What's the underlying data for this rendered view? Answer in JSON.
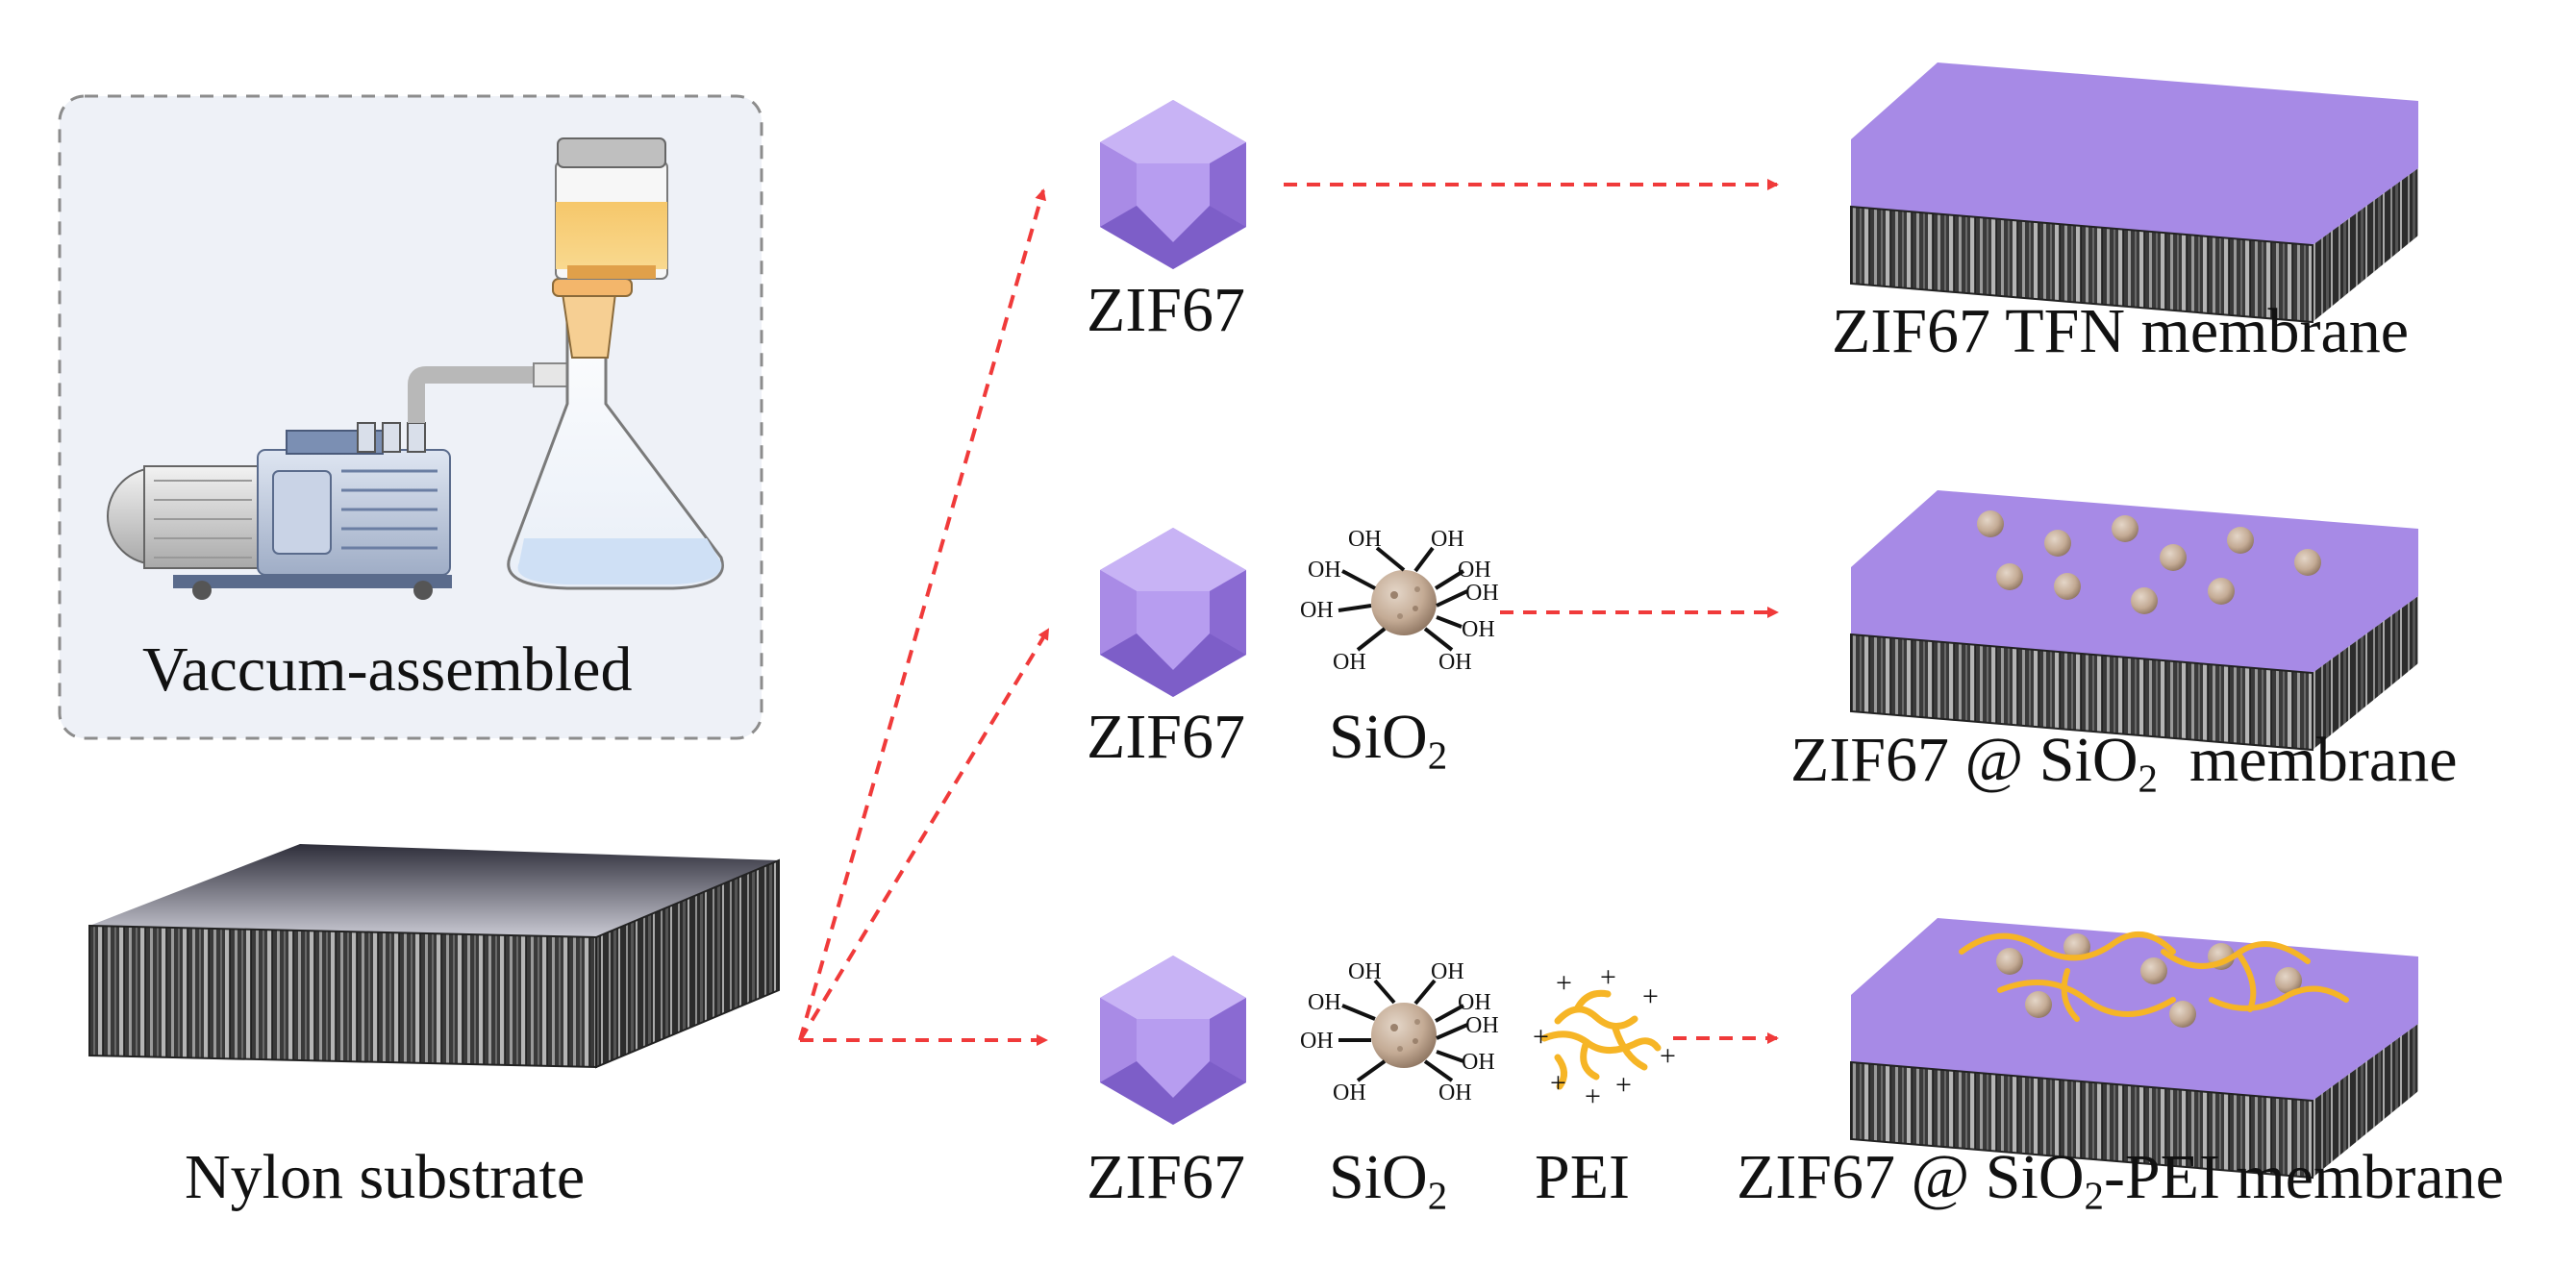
{
  "panel": {
    "caption": "Vaccum-assembled"
  },
  "substrate": {
    "caption": "Nylon substrate"
  },
  "materials": {
    "zif": "ZIF67",
    "sio2_main": "SiO",
    "sio2_sub": "2",
    "pei": "PEI",
    "hydroxyl": "OH",
    "charge": "+"
  },
  "rows": [
    {
      "membrane_label": "ZIF67 TFN membrane"
    },
    {
      "label_a": "ZIF67",
      "label_at": "@",
      "label_b": "SiO",
      "label_sub": "2",
      "label_c": "membrane"
    },
    {
      "label_a": "ZIF67",
      "label_at": "@",
      "label_b": "SiO",
      "label_sub": "2",
      "label_c": "-PEI membrane"
    }
  ],
  "colors": {
    "arrow": "#f03a3a",
    "zif_purple": "#a98be6",
    "sio2": "#c9b29f",
    "pei": "#f6b526",
    "panel_bg": "#eef1f7"
  }
}
